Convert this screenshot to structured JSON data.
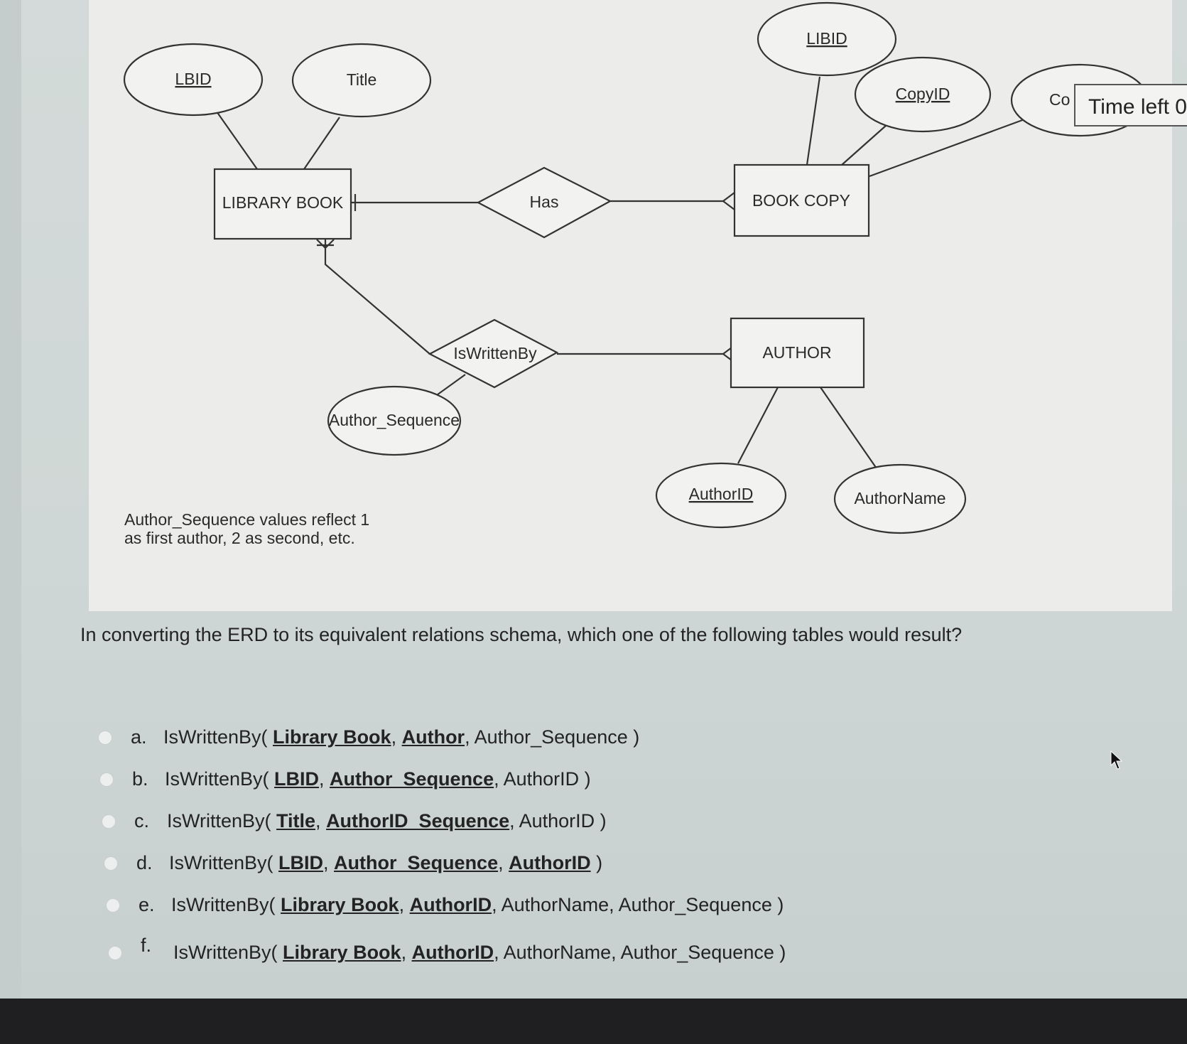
{
  "diagram": {
    "attributes": {
      "lbid": "LBID",
      "title": "Title",
      "libid": "LIBID",
      "copyid": "CopyID",
      "cov_clipped": "Co",
      "author_sequence": "Author_Sequence",
      "authorid": "AuthorID",
      "authorname": "AuthorName"
    },
    "entities": {
      "library_book": "LIBRARY BOOK",
      "book_copy": "BOOK COPY",
      "author": "AUTHOR"
    },
    "relationships": {
      "has": "Has",
      "is_written_by": "IsWrittenBy"
    },
    "note": "Author_Sequence values reflect 1 as first author, 2 as second, etc."
  },
  "timer": {
    "label": "Time left 0"
  },
  "question": {
    "text": "In converting the ERD to its equivalent relations schema, which one of the following tables would result?",
    "options": [
      {
        "letter": "a.",
        "parts": [
          {
            "text": "IsWrittenBy( ",
            "key": false
          },
          {
            "text": "Library Book",
            "key": true
          },
          {
            "text": ", ",
            "key": false
          },
          {
            "text": "Author",
            "key": true
          },
          {
            "text": ", Author_Sequence )",
            "key": false
          }
        ]
      },
      {
        "letter": "b.",
        "parts": [
          {
            "text": "IsWrittenBy( ",
            "key": false
          },
          {
            "text": "LBID",
            "key": true
          },
          {
            "text": ", ",
            "key": false
          },
          {
            "text": "Author_Sequence",
            "key": true
          },
          {
            "text": ", AuthorID )",
            "key": false
          }
        ]
      },
      {
        "letter": "c.",
        "parts": [
          {
            "text": "IsWrittenBy( ",
            "key": false
          },
          {
            "text": "Title",
            "key": true
          },
          {
            "text": ", ",
            "key": false
          },
          {
            "text": "AuthorID_Sequence",
            "key": true
          },
          {
            "text": ", AuthorID )",
            "key": false
          }
        ]
      },
      {
        "letter": "d.",
        "parts": [
          {
            "text": "IsWrittenBy( ",
            "key": false
          },
          {
            "text": "LBID",
            "key": true
          },
          {
            "text": ", ",
            "key": false
          },
          {
            "text": "Author_Sequence",
            "key": true
          },
          {
            "text": ", ",
            "key": false
          },
          {
            "text": "AuthorID",
            "key": true
          },
          {
            "text": " )",
            "key": false
          }
        ]
      },
      {
        "letter": "e.",
        "parts": [
          {
            "text": "IsWrittenBy( ",
            "key": false
          },
          {
            "text": "Library Book",
            "key": true
          },
          {
            "text": ", ",
            "key": false
          },
          {
            "text": "AuthorID",
            "key": true
          },
          {
            "text": ", AuthorName, Author_Sequence )",
            "key": false
          }
        ]
      },
      {
        "letter": "f.",
        "parts": [
          {
            "text": "IsWrittenBy( ",
            "key": false
          },
          {
            "text": "Library Book",
            "key": true
          },
          {
            "text": ", ",
            "key": false
          },
          {
            "text": "AuthorID",
            "key": true
          },
          {
            "text": ", AuthorName, Author_Sequence )",
            "key": false
          }
        ]
      }
    ]
  }
}
